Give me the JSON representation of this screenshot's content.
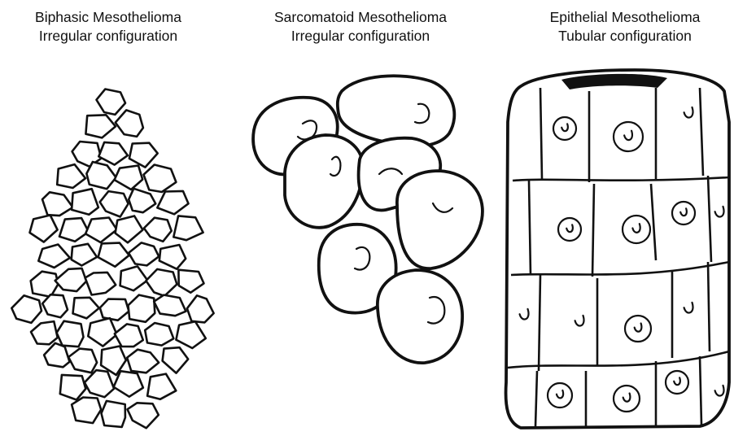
{
  "panels": [
    {
      "title": "Biphasic Mesothelioma",
      "subtitle": "Irregular configuration"
    },
    {
      "title": "Sarcomatoid Mesothelioma",
      "subtitle": "Irregular configuration"
    },
    {
      "title": "Epithelial Mesothelioma",
      "subtitle": "Tubular configuration"
    }
  ]
}
